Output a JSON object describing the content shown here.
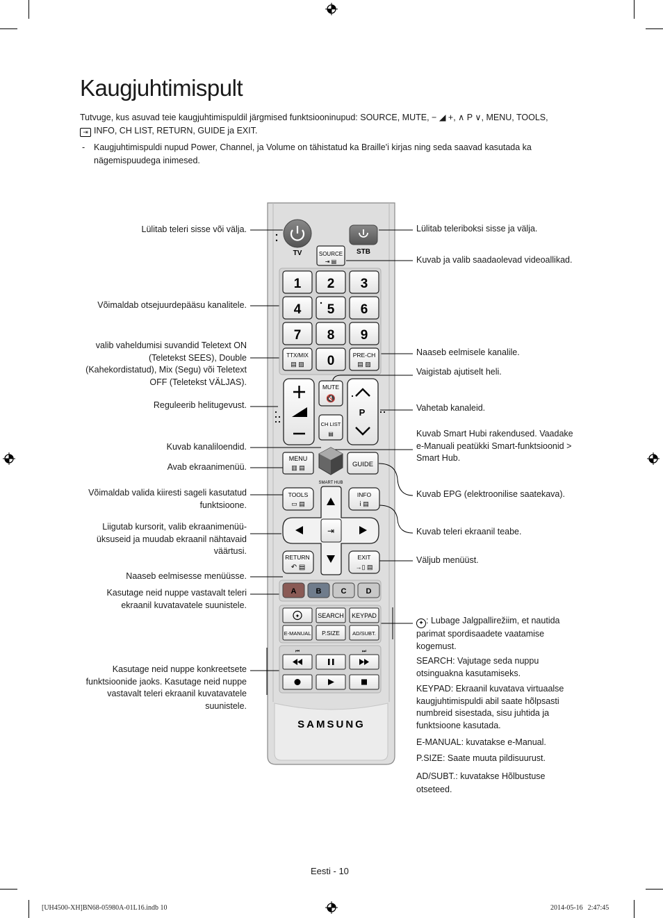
{
  "title": "Kaugjuhtimispult",
  "intro": {
    "prefix": "Tutvuge, kus asuvad teie kaugjuhtimispuldil järgmised funktsiooninupud: ",
    "line1_keys": "SOURCE, MUTE, ",
    "line1_vol": " − ◢ +, ",
    "line1_ch": "∧ P ∨, ",
    "line1_tail": "MENU, TOOLS,",
    "line2": "INFO, CH LIST, RETURN, GUIDE ja EXIT."
  },
  "note": {
    "dash": "-",
    "text": "Kaugjuhtimispuldi nupud Power, Channel, ja Volume on tähistatud ka Braille'i kirjas ning seda saavad kasutada ka nägemispuudega inimesed."
  },
  "left_labels": [
    "Lülitab teleri sisse või välja.",
    "Võimaldab otsejuurdepääsu kanalitele.",
    "valib vaheldumisi suvandid Teletext ON (Teletekst SEES), Double (Kahekordistatud), Mix (Segu) või Teletext OFF (Teletekst VÄLJAS).",
    "Reguleerib helitugevust.",
    "Kuvab kanaliloendid.",
    "Avab ekraanimenüü.",
    "Võimaldab valida kiiresti sageli kasutatud funktsioone.",
    "Liigutab kursorit, valib ekraanimenüü-üksuseid ja muudab ekraanil nähtavaid väärtusi.",
    "Naaseb eelmisesse menüüsse.",
    "Kasutage neid nuppe vastavalt teleri ekraanil kuvatavatele suunistele.",
    "Kasutage neid nuppe konkreetsete funktsioonide jaoks. Kasutage neid nuppe vastavalt teleri ekraanil kuvatavatele suunistele."
  ],
  "right_labels": {
    "stb": "Lülitab teleriboksi sisse ja välja.",
    "source": "Kuvab ja valib saadaolevad videoallikad.",
    "prech": "Naaseb eelmisele kanalile.",
    "mute": "Vaigistab ajutiselt heli.",
    "channel": "Vahetab kanaleid.",
    "smarthub_a": "Kuvab ",
    "smarthub_b": "Smart Hub",
    "smarthub_c": "i rakendused. Vaadake e-Manuali peatükki ",
    "smarthub_d": "Smart-funktsioonid",
    "smarthub_e": " > ",
    "smarthub_f": "Smart Hub",
    "smarthub_g": ".",
    "guide_a": "Kuvab ",
    "guide_b": "EPG",
    "guide_c": " (elektroonilise saatekava).",
    "info": "Kuvab teleri ekraanil teabe.",
    "exit": "Väljub menüüst.",
    "football_a": ": Lubage ",
    "football_b": "Jalgpallirežiim",
    "football_c": ", et nautida parimat spordisaadete vaatamise kogemust.",
    "search_a": "SEARCH",
    "search_b": ": Vajutage seda nuppu otsinguakna kasutamiseks.",
    "keypad_a": "KEYPAD",
    "keypad_b": ": Ekraanil kuvatava virtuaalse kaugjuhtimispuldi abil saate hõlpsasti numbreid sisestada, sisu juhtida ja funktsioone kasutada.",
    "emanual_a": "E-MANUAL",
    "emanual_b": ": kuvatakse ",
    "emanual_c": "e-Manual",
    "emanual_d": ".",
    "psize_a": "P.SIZE",
    "psize_b": ": Saate muuta pildisuurust.",
    "adsubt_a": "AD/SUBT.",
    "adsubt_b": ": kuvatakse ",
    "adsubt_c": "Hõlbustuse otseteed",
    "adsubt_d": "."
  },
  "remote": {
    "tv": "TV",
    "stb": "STB",
    "source": "SOURCE",
    "digits": [
      "1",
      "2",
      "3",
      "4",
      "5",
      "6",
      "7",
      "8",
      "9"
    ],
    "zero": "0",
    "ttx": "TTX/MIX",
    "prech": "PRE-CH",
    "mute": "MUTE",
    "chlist": "CH LIST",
    "p": "P",
    "menu": "MENU",
    "smarthub": "SMART HUB",
    "guide": "GUIDE",
    "tools": "TOOLS",
    "info": "INFO",
    "return": "RETURN",
    "exit": "EXIT",
    "colors": [
      "A",
      "B",
      "C",
      "D"
    ],
    "search": "SEARCH",
    "keypad": "KEYPAD",
    "emanual": "E-MANUAL",
    "psize": "P.SIZE",
    "adsubt": "AD/SUBT.",
    "brand": "SAMSUNG"
  },
  "page_number": "Eesti - 10",
  "footer_left": "[UH4500-XH]BN68-05980A-01L16.indb   10",
  "footer_right": "2014-05-16     2:47:45"
}
